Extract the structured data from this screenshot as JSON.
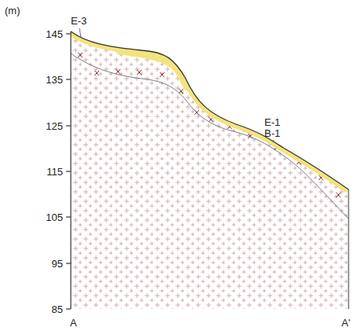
{
  "diagram": {
    "labels": [
      "(m)",
      "145",
      "135",
      "125",
      "115",
      "105",
      "95",
      "85",
      "E-3",
      "E-1",
      "B-1",
      "A",
      "A'"
    ]
  }
}
